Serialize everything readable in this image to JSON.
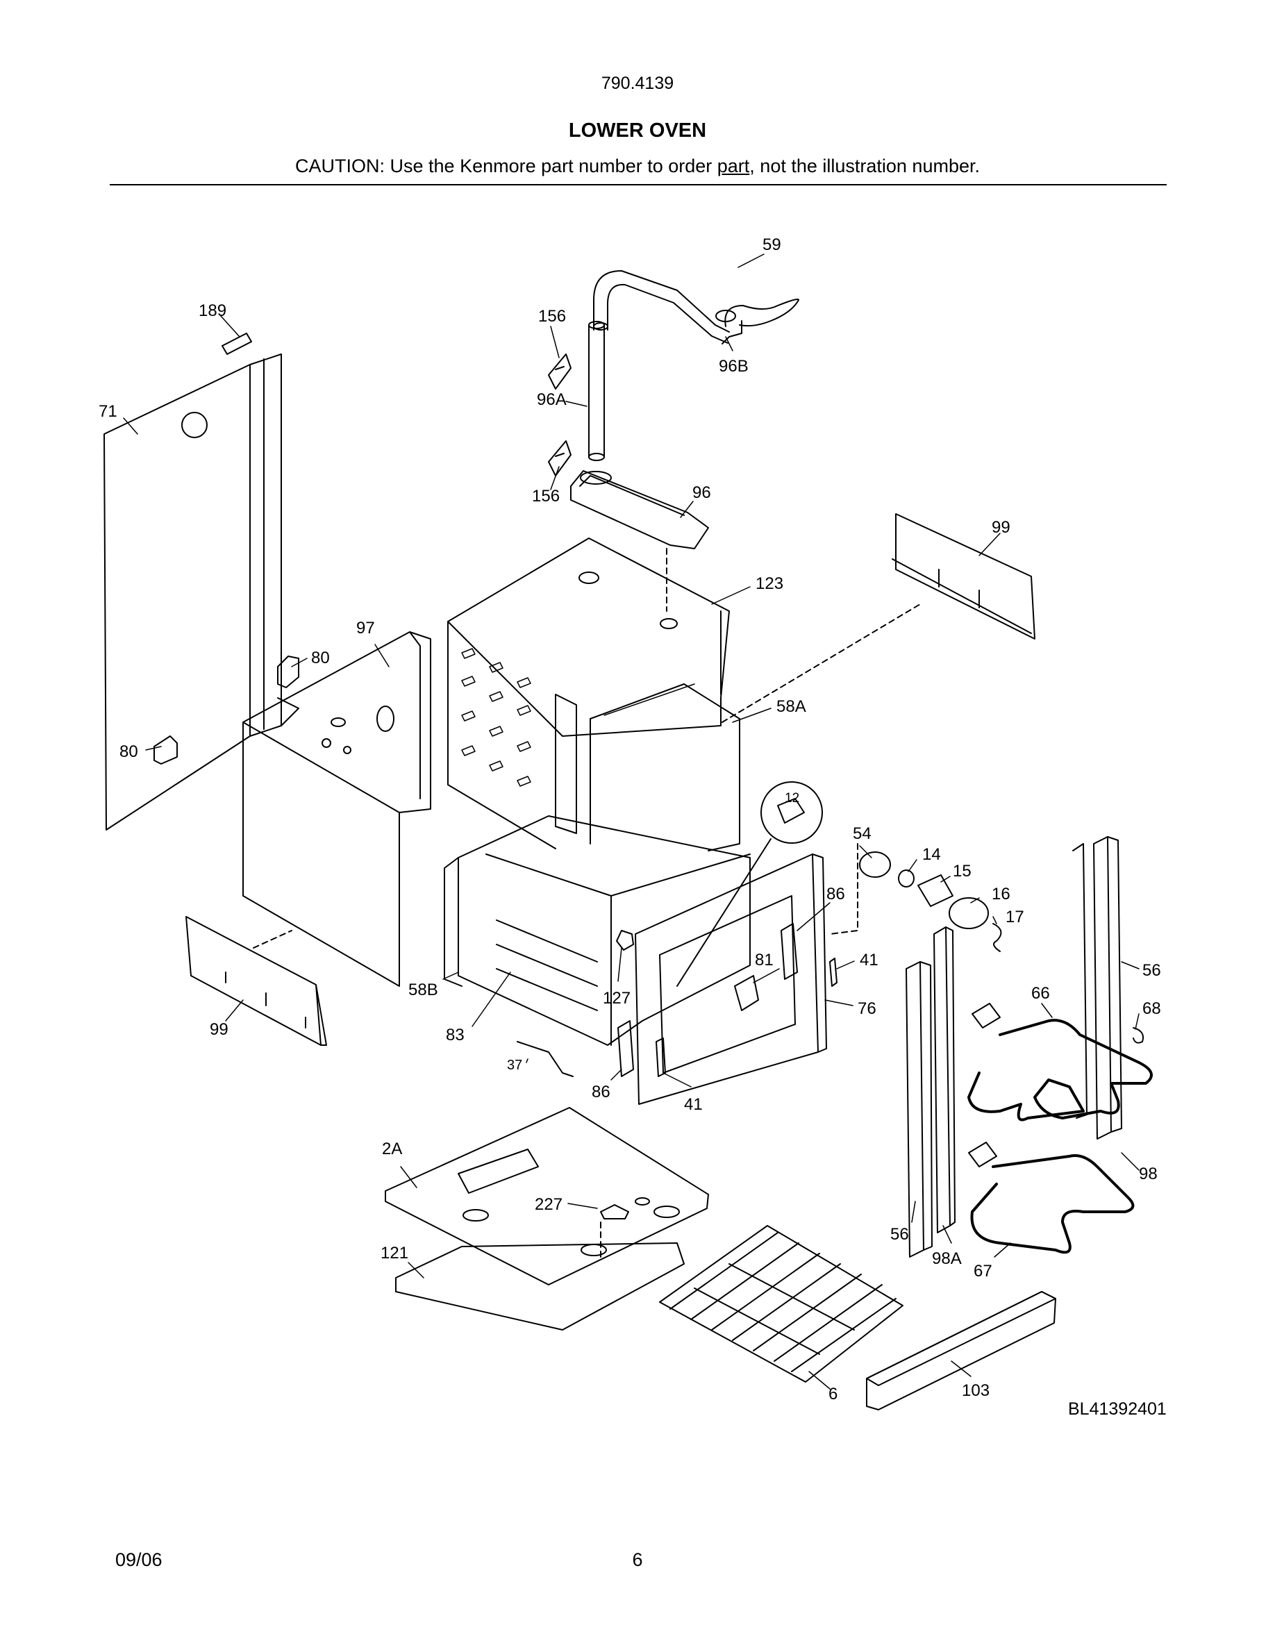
{
  "header": {
    "model": "790.4139",
    "title": "LOWER OVEN",
    "caution_pre": "CAUTION: Use the Kenmore part number to order ",
    "caution_link": "part",
    "caution_post": ", not the illustration number."
  },
  "callouts": [
    "59",
    "156",
    "96B",
    "96A",
    "156",
    "96",
    "189",
    "71",
    "99",
    "123",
    "97",
    "80",
    "80",
    "58A",
    "12",
    "54",
    "14",
    "15",
    "16",
    "17",
    "86",
    "81",
    "41",
    "56",
    "68",
    "66",
    "58B",
    "127",
    "76",
    "83",
    "99",
    "37",
    "86",
    "41",
    "2A",
    "98",
    "227",
    "56",
    "98A",
    "67",
    "121",
    "6",
    "103"
  ],
  "footer": {
    "drawing_code": "BL41392401",
    "date": "09/06",
    "page": "6"
  }
}
